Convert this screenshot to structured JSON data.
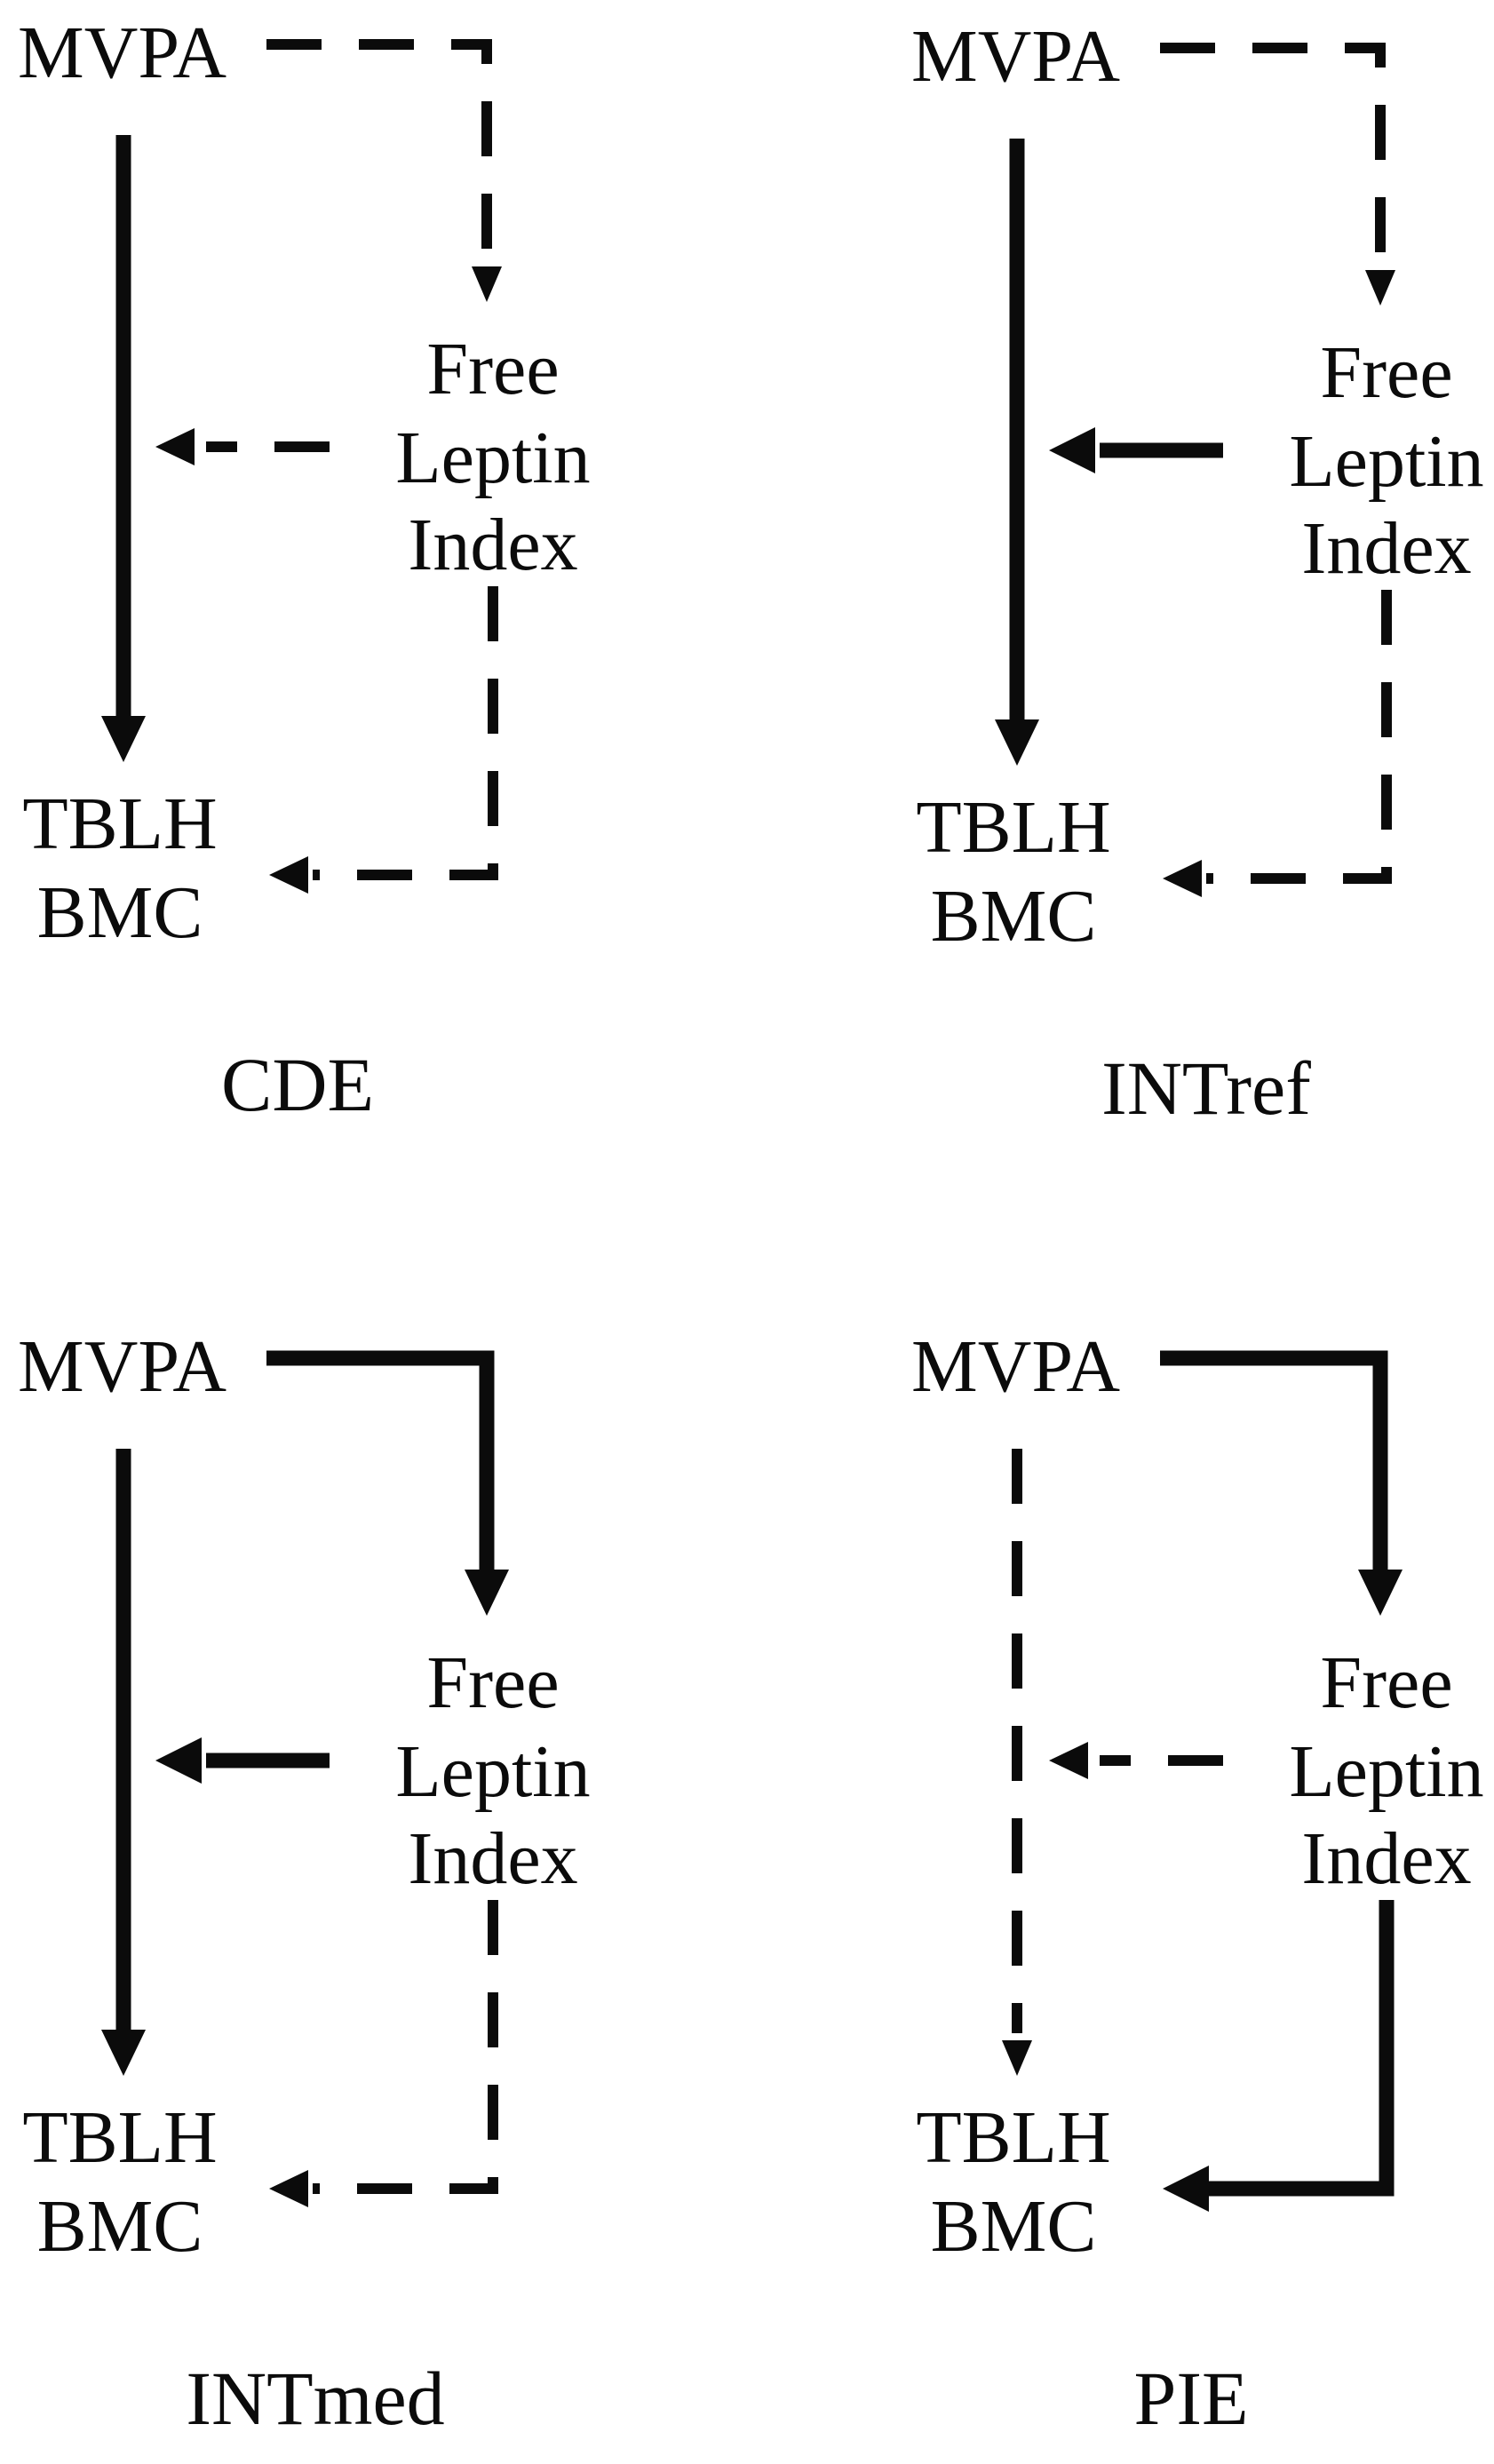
{
  "figure": {
    "background_color": "#ffffff",
    "ink_color": "#0b0b0b",
    "nodes": {
      "exposure": "MVPA",
      "mediator_lines": [
        "Free",
        "Leptin",
        "Index"
      ],
      "outcome_lines": [
        "TBLH",
        "BMC"
      ]
    },
    "panels": [
      {
        "label": "CDE",
        "arrows": {
          "mvpa_to_fli": "dashed",
          "mvpa_to_tblh": "solid",
          "fli_to_path": "dashed",
          "fli_to_tblh": "dashed"
        }
      },
      {
        "label": "INTref",
        "arrows": {
          "mvpa_to_fli": "dashed",
          "mvpa_to_tblh": "solid",
          "fli_to_path": "solid",
          "fli_to_tblh": "dashed"
        }
      },
      {
        "label": "INTmed",
        "arrows": {
          "mvpa_to_fli": "solid",
          "mvpa_to_tblh": "solid",
          "fli_to_path": "solid",
          "fli_to_tblh": "dashed"
        }
      },
      {
        "label": "PIE",
        "arrows": {
          "mvpa_to_fli": "solid",
          "mvpa_to_tblh": "dashed",
          "fli_to_path": "dashed",
          "fli_to_tblh": "solid"
        }
      }
    ]
  }
}
